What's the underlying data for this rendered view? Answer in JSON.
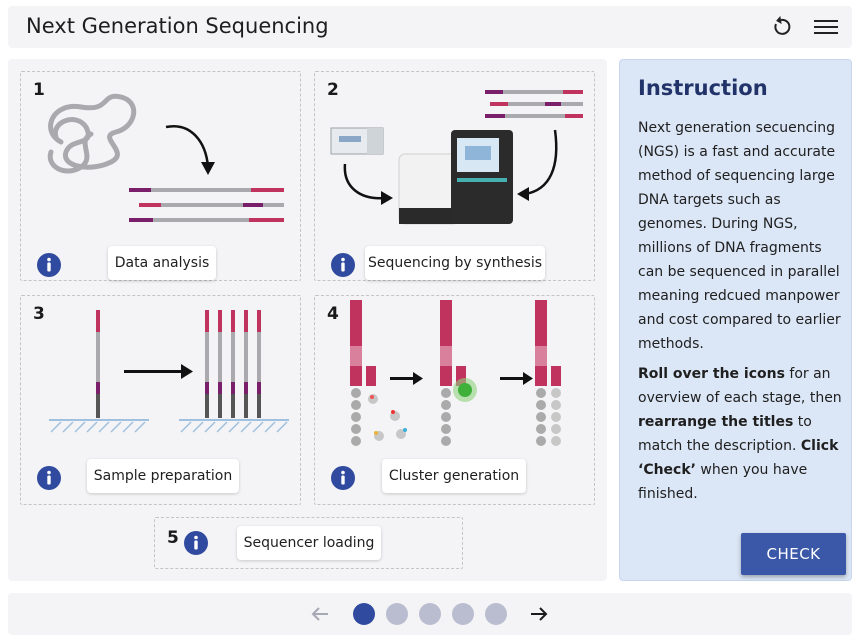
{
  "header": {
    "title": "Next Generation Sequencing",
    "reset_icon": "reset-icon",
    "menu_icon": "menu-icon"
  },
  "cards": [
    {
      "num": "1",
      "label": "Data analysis"
    },
    {
      "num": "2",
      "label": "Sequencing by synthesis"
    },
    {
      "num": "3",
      "label": "Sample preparation"
    },
    {
      "num": "4",
      "label": "Cluster generation"
    },
    {
      "num": "5",
      "label": "Sequencer loading"
    }
  ],
  "instruction": {
    "heading": "Instruction",
    "para1": "Next generation secuencing (NGS) is a fast and accurate method of sequencing large DNA targets such as genomes. During NGS, millions of DNA fragments can be sequenced in parallel meaning redcued manpower and cost compared to earlier methods.",
    "p2_bold1": "Roll over the icons",
    "p2_text1": " for an overview of each stage, then ",
    "p2_bold2": "rearrange the titles",
    "p2_text2": " to match the description. ",
    "p2_bold3": "Click ‘Check’",
    "p2_text3": " when you have finished.",
    "check_label": "CHECK"
  },
  "nav": {
    "pages": 5,
    "current": 1
  },
  "colors": {
    "accent": "#3a57a8",
    "info": "#2f4a9e",
    "magenta": "#c0335e",
    "panel": "#dbe6f6"
  }
}
